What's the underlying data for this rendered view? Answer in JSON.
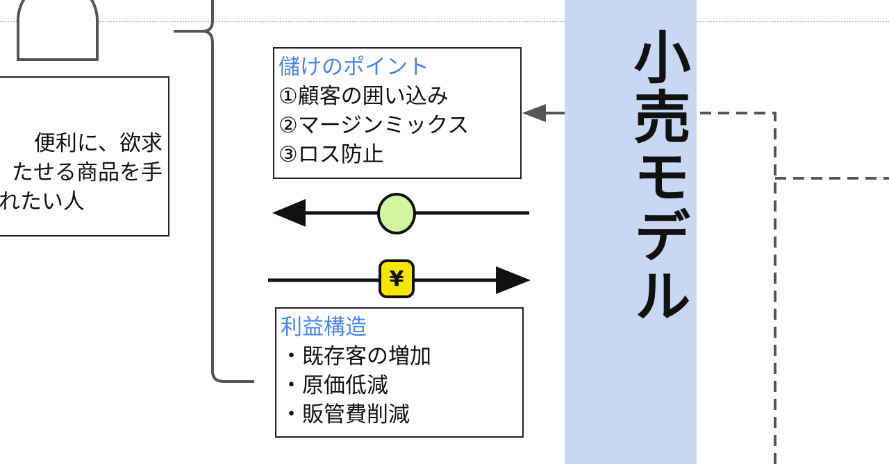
{
  "customer": {
    "lines": [
      "便利に、欲求",
      "たせる商品を手",
      "れたい人"
    ]
  },
  "model": {
    "title": "小売モデル"
  },
  "profit_point": {
    "heading": "儲けのポイント",
    "items": [
      "①顧客の囲い込み",
      "②マージンミックス",
      "③ロス防止"
    ]
  },
  "revenue_structure": {
    "heading": "利益構造",
    "items": [
      "・既存客の増加",
      "・原価低減",
      "・販管費削減"
    ]
  },
  "money_flow": {
    "symbol": "¥"
  },
  "colors": {
    "model_bar": "#c8d8f4",
    "heading_text": "#4a86e8",
    "product_dot": "#d2f5a0",
    "yen_badge": "#f7e600"
  }
}
